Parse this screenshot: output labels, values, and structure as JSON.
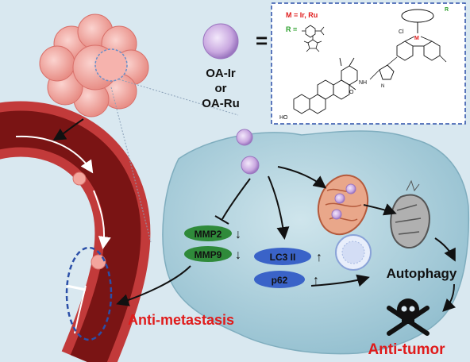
{
  "compound": {
    "name_line1": "OA-Ir",
    "name_line2": "or",
    "name_line3": "OA-Ru",
    "equals": "="
  },
  "structure": {
    "metal_def": "M = Ir, Ru",
    "r_def": "R =",
    "cl_label": "Cl",
    "m_label": "M",
    "r_label": "R",
    "ho_label": "HO",
    "o_label": "O",
    "nh_label": "NH",
    "n_label": "N"
  },
  "markers": {
    "mmp2": "MMP2",
    "mmp9": "MMP9",
    "lc3": "LC3 II",
    "p62": "p62",
    "down_arrow": "↓",
    "up_arrow": "↑"
  },
  "outcomes": {
    "autophagy": "Autophagy",
    "anti_metastasis": "Anti-metastasis",
    "anti_tumor": "Anti-tumor"
  },
  "colors": {
    "background": "#d9e8f0",
    "cell_body": "#9cc7d6",
    "vessel_outer": "#c23a3a",
    "vessel_inner": "#7a1414",
    "green_marker": "#2f8a3a",
    "blue_marker": "#3a63c8",
    "red_text": "#e01b1b",
    "dashed_box": "#2b4fa8",
    "nanoparticle": "#c9a8e0"
  }
}
